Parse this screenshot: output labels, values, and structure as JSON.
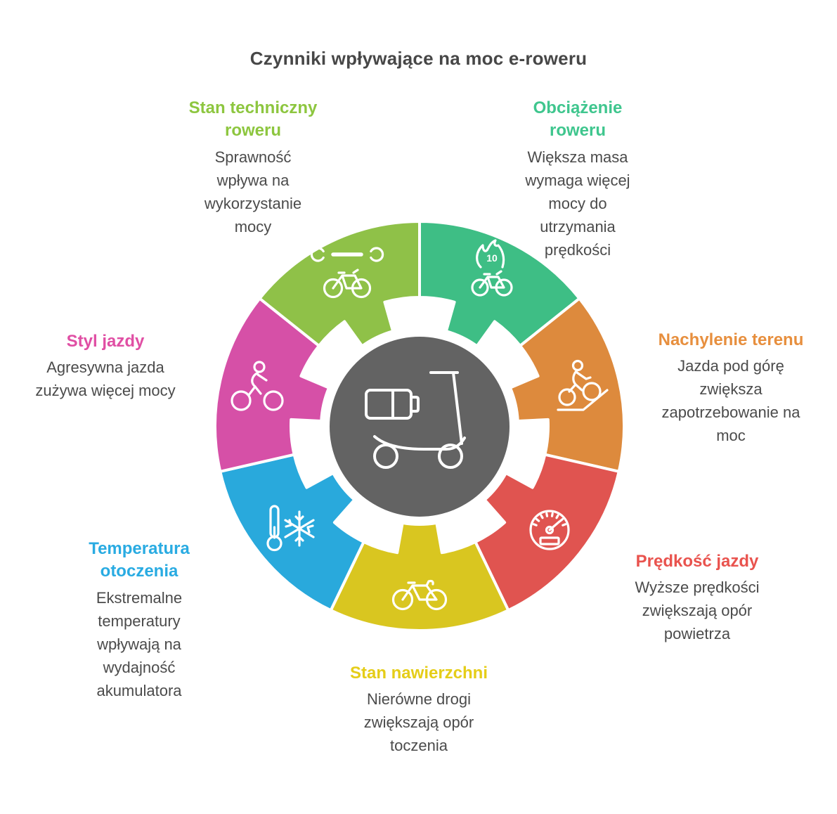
{
  "title": "Czynniki wpływające na moc e-roweru",
  "colors": {
    "background": "#ffffff",
    "title_text": "#474747",
    "body_text": "#4b4b4b",
    "center_circle": "#636363",
    "icon_stroke": "#ffffff"
  },
  "center": {
    "icon": "e-scooter-with-battery-icon"
  },
  "segments": [
    {
      "id": "obciazenie",
      "heading": "Obciążenie roweru",
      "body": "Większa masa wymaga więcej mocy do utrzymania prędkości",
      "color": "#3ebe85",
      "heading_color": "#3fc68e",
      "icon": "bicycle-load-flame-icon",
      "icon_label": "10"
    },
    {
      "id": "nachylenie",
      "heading": "Nachylenie terenu",
      "body": "Jazda pod górę zwiększa zapotrzebowanie na moc",
      "color": "#dd8a3d",
      "heading_color": "#e78f3e",
      "icon": "uphill-cyclist-icon"
    },
    {
      "id": "predkosc",
      "heading": "Prędkość jazdy",
      "body": "Wyższe prędkości zwiększają opór powietrza",
      "color": "#e05450",
      "heading_color": "#e9534e",
      "icon": "speedometer-icon"
    },
    {
      "id": "nawierzchnia",
      "heading": "Stan nawierzchni",
      "body": "Nierówne drogi zwiększają opór toczenia",
      "color": "#d9c620",
      "heading_color": "#e5cd18",
      "icon": "bicycle-icon"
    },
    {
      "id": "temperatura",
      "heading": "Temperatura otoczenia",
      "body": "Ekstremalne temperatury wpływają na wydajność akumulatora",
      "color": "#29a9dc",
      "heading_color": "#29abe2",
      "icon": "thermometer-snowflake-icon"
    },
    {
      "id": "styl",
      "heading": "Styl jazdy",
      "body": "Agresywna jazda zużywa więcej mocy",
      "color": "#d650a7",
      "heading_color": "#e04fa4",
      "icon": "cyclist-icon"
    },
    {
      "id": "techniczny",
      "heading": "Stan techniczny roweru",
      "body": "Sprawność wpływa na wykorzystanie mocy",
      "color": "#8fc148",
      "heading_color": "#8dc63f",
      "icon": "wrench-bicycle-icon"
    }
  ]
}
